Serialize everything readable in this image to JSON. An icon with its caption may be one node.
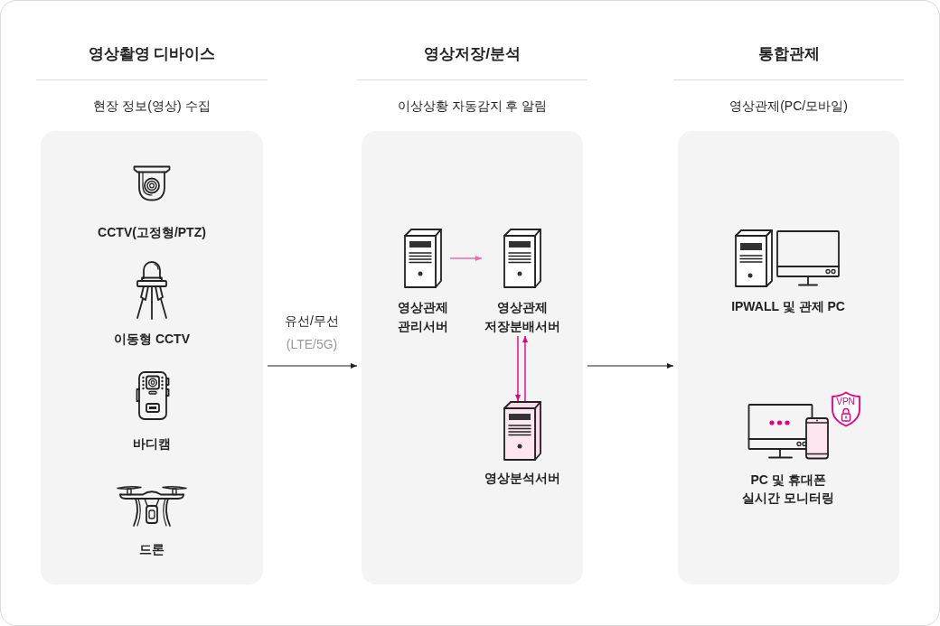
{
  "diagram": {
    "nodes": [
      {
        "text": [
          "영상촬영 디바이스",
          "현장 정보(영상) 수집"
        ]
      },
      {
        "text": [
          "CCTV(고정형/PTZ)"
        ],
        "in": 0
      },
      {
        "text": [
          "이동형 CCTV"
        ],
        "in": 0
      },
      {
        "text": [
          "바디캠"
        ],
        "in": 0
      },
      {
        "text": [
          "드론"
        ],
        "in": 0
      },
      {
        "text": [
          "영상저장/분석",
          "이상상황 자동감지 후 알림"
        ]
      },
      {
        "text": [
          "영상관제 관리서버"
        ],
        "in": 5
      },
      {
        "text": [
          "영상관제 저장분배서버"
        ],
        "in": 5
      },
      {
        "text": [
          "영상분석서버"
        ],
        "in": 5
      },
      {
        "text": [
          "통합관제",
          "영상관제(PC/모바일)"
        ]
      },
      {
        "text": [
          "IPWALL 및 관제 PC"
        ],
        "in": 9
      },
      {
        "text": [
          "PC 및 휴대폰 실시간 모니터링"
        ],
        "in": 9
      }
    ],
    "edges": [
      {
        "from": 0,
        "to": 5,
        "arrow": "to",
        "label": "유선/무선"
      },
      {
        "from": 6,
        "to": 7,
        "arrow": "to",
        "color": "#f06ba8"
      },
      {
        "from": 7,
        "to": 8,
        "arrow": "to",
        "color": "#e5007e"
      },
      {
        "from": 8,
        "to": 7,
        "arrow": "to",
        "color": "#e5007e"
      },
      {
        "from": 5,
        "to": 9,
        "arrow": "to"
      }
    ],
    "labels": [
      "(LTE/5G)",
      "VPN"
    ]
  }
}
